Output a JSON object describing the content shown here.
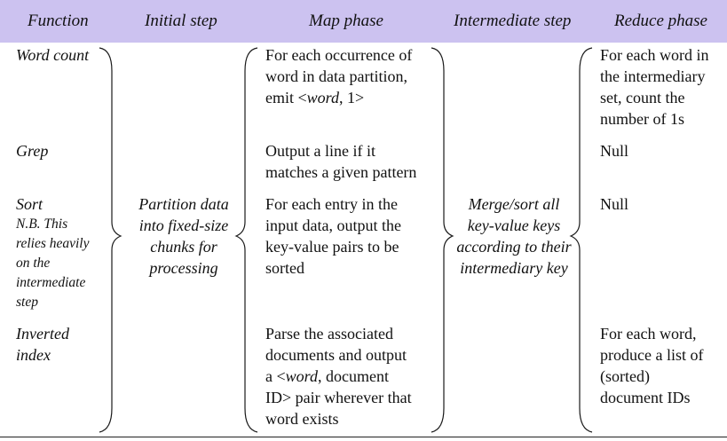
{
  "headers": {
    "function": "Function",
    "initial": "Initial step",
    "map": "Map phase",
    "intermediate": "Intermediate step",
    "reduce": "Reduce phase"
  },
  "rows": {
    "word_count": {
      "function": "Word count",
      "map": [
        "For each occurrence of",
        "word in data partition,",
        "emit <",
        "word",
        ", 1>"
      ],
      "reduce": [
        "For each word in",
        "the intermediary",
        "set, count the",
        "number of 1s"
      ]
    },
    "grep": {
      "function": "Grep",
      "map": [
        "Output a line if it",
        "matches a given pattern"
      ],
      "reduce": "Null"
    },
    "sort": {
      "function": "Sort",
      "note": [
        "N.B. This",
        "relies heavily",
        "on the",
        "intermediate",
        "step"
      ],
      "map": [
        "For each entry in the",
        "input data, output the",
        "key-value pairs to be",
        "sorted"
      ],
      "reduce": "Null"
    },
    "inverted_index": {
      "function": [
        "Inverted",
        "index"
      ],
      "map": [
        "Parse the associated",
        "documents and output",
        "a <",
        "word",
        ", document",
        "ID> pair wherever that",
        "word exists"
      ],
      "reduce": [
        "For each word,",
        "produce a list of",
        "(sorted)",
        "document IDs"
      ]
    }
  },
  "shared": {
    "initial": [
      "Partition data",
      "into fixed-size",
      "chunks for",
      "processing"
    ],
    "intermediate": [
      "Merge/sort all",
      "key-value keys",
      "according to their",
      "intermediary key"
    ]
  }
}
